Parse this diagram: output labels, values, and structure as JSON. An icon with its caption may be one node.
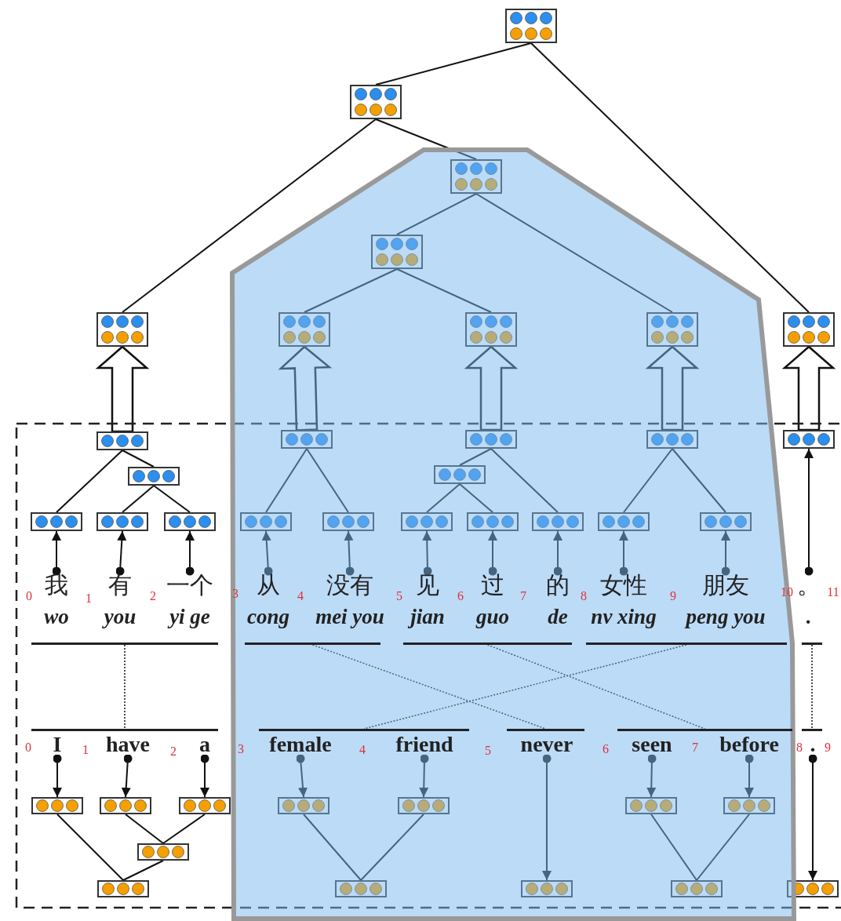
{
  "diagram": {
    "nodes": [
      {
        "text": [],
        "shape": "box"
      },
      {
        "text": [],
        "shape": "box"
      },
      {
        "text": [],
        "shape": "box"
      },
      {
        "text": [],
        "shape": "box"
      },
      {
        "text": [],
        "shape": "box"
      },
      {
        "text": [],
        "shape": "box"
      },
      {
        "text": [],
        "shape": "box"
      },
      {
        "text": [],
        "shape": "box"
      },
      {
        "text": [],
        "shape": "box"
      },
      {
        "text": [],
        "shape": "box"
      },
      {
        "text": [],
        "shape": "box"
      },
      {
        "text": [],
        "shape": "box"
      },
      {
        "text": [],
        "shape": "box"
      },
      {
        "text": [],
        "shape": "box"
      },
      {
        "text": [],
        "shape": "box"
      },
      {
        "text": [],
        "shape": "box"
      },
      {
        "text": [],
        "shape": "box"
      },
      {
        "text": [],
        "shape": "box"
      },
      {
        "text": [],
        "shape": "box"
      },
      {
        "text": [],
        "shape": "box"
      },
      {
        "text": [],
        "shape": "box"
      },
      {
        "text": [],
        "shape": "box"
      },
      {
        "text": [],
        "shape": "box"
      },
      {
        "text": [],
        "shape": "box"
      },
      {
        "text": [],
        "shape": "box"
      },
      {
        "text": [],
        "shape": "box"
      },
      {
        "text": [
          "我",
          "wo"
        ]
      },
      {
        "text": [
          "有",
          "you"
        ]
      },
      {
        "text": [
          "一个",
          "yi ge"
        ]
      },
      {
        "text": [
          "从",
          "cong"
        ]
      },
      {
        "text": [
          "没有",
          "mei you"
        ]
      },
      {
        "text": [
          "见",
          "jian"
        ]
      },
      {
        "text": [
          "过",
          "guo"
        ]
      },
      {
        "text": [
          "的",
          "de"
        ]
      },
      {
        "text": [
          "女性",
          "nv xing"
        ]
      },
      {
        "text": [
          "朋友",
          "peng you"
        ]
      },
      {
        "text": [
          "。",
          "."
        ]
      },
      {
        "text": [
          "I"
        ]
      },
      {
        "text": [
          "have"
        ]
      },
      {
        "text": [
          "a"
        ]
      },
      {
        "text": [
          "female"
        ]
      },
      {
        "text": [
          "friend"
        ]
      },
      {
        "text": [
          "never"
        ]
      },
      {
        "text": [
          "seen"
        ]
      },
      {
        "text": [
          "before"
        ]
      },
      {
        "text": [
          "."
        ]
      },
      {
        "text": [],
        "shape": "box"
      },
      {
        "text": [],
        "shape": "box"
      },
      {
        "text": [],
        "shape": "box"
      },
      {
        "text": [],
        "shape": "box"
      },
      {
        "text": [],
        "shape": "box"
      },
      {
        "text": [],
        "shape": "box"
      },
      {
        "text": [],
        "shape": "box"
      },
      {
        "text": [],
        "shape": "box"
      },
      {
        "text": [],
        "shape": "box"
      },
      {
        "text": [],
        "shape": "box"
      },
      {
        "text": [],
        "shape": "box"
      },
      {
        "text": [],
        "shape": "box"
      },
      {
        "text": [],
        "shape": "box"
      },
      {
        "text": [],
        "shape": "bar"
      },
      {
        "text": [],
        "shape": "bar"
      },
      {
        "text": [],
        "shape": "bar"
      },
      {
        "text": [],
        "shape": "bar"
      },
      {
        "text": [],
        "shape": "bar"
      },
      {
        "text": [],
        "shape": "bar"
      },
      {
        "text": [],
        "shape": "bar"
      },
      {
        "text": [],
        "shape": "bar"
      },
      {
        "text": [],
        "shape": "bar"
      },
      {
        "text": [],
        "shape": "bar"
      }
    ],
    "edges": [
      {
        "from": 0,
        "to": 1,
        "arrow": "none"
      },
      {
        "from": 0,
        "to": 8,
        "arrow": "none"
      },
      {
        "from": 1,
        "to": 4,
        "arrow": "none"
      },
      {
        "from": 1,
        "to": 2,
        "arrow": "none"
      },
      {
        "from": 2,
        "to": 3,
        "arrow": "none"
      },
      {
        "from": 2,
        "to": 7,
        "arrow": "none"
      },
      {
        "from": 3,
        "to": 5,
        "arrow": "none"
      },
      {
        "from": 3,
        "to": 6,
        "arrow": "none"
      },
      {
        "from": 9,
        "to": 4,
        "arrow": "to",
        "style": "thick"
      },
      {
        "from": 10,
        "to": 5,
        "arrow": "to",
        "style": "thick"
      },
      {
        "from": 11,
        "to": 6,
        "arrow": "to",
        "style": "thick"
      },
      {
        "from": 12,
        "to": 7,
        "arrow": "to",
        "style": "thick"
      },
      {
        "from": 13,
        "to": 8,
        "arrow": "to",
        "style": "thick"
      },
      {
        "from": 9,
        "to": 16,
        "arrow": "none"
      },
      {
        "from": 9,
        "to": 14,
        "arrow": "none"
      },
      {
        "from": 14,
        "to": 17,
        "arrow": "none"
      },
      {
        "from": 14,
        "to": 18,
        "arrow": "none"
      },
      {
        "from": 10,
        "to": 19,
        "arrow": "none"
      },
      {
        "from": 10,
        "to": 20,
        "arrow": "none"
      },
      {
        "from": 11,
        "to": 15,
        "arrow": "none"
      },
      {
        "from": 11,
        "to": 23,
        "arrow": "none"
      },
      {
        "from": 15,
        "to": 21,
        "arrow": "none"
      },
      {
        "from": 15,
        "to": 22,
        "arrow": "none"
      },
      {
        "from": 12,
        "to": 24,
        "arrow": "none"
      },
      {
        "from": 12,
        "to": 25,
        "arrow": "none"
      },
      {
        "from": 26,
        "to": 16,
        "arrow": "to"
      },
      {
        "from": 27,
        "to": 17,
        "arrow": "to"
      },
      {
        "from": 28,
        "to": 18,
        "arrow": "to"
      },
      {
        "from": 29,
        "to": 19,
        "arrow": "to"
      },
      {
        "from": 30,
        "to": 20,
        "arrow": "to"
      },
      {
        "from": 31,
        "to": 21,
        "arrow": "to"
      },
      {
        "from": 32,
        "to": 22,
        "arrow": "to"
      },
      {
        "from": 33,
        "to": 23,
        "arrow": "to"
      },
      {
        "from": 34,
        "to": 24,
        "arrow": "to"
      },
      {
        "from": 35,
        "to": 25,
        "arrow": "to"
      },
      {
        "from": 36,
        "to": 13,
        "arrow": "to"
      },
      {
        "from": 37,
        "to": 46,
        "arrow": "to"
      },
      {
        "from": 38,
        "to": 47,
        "arrow": "to"
      },
      {
        "from": 39,
        "to": 48,
        "arrow": "to"
      },
      {
        "from": 40,
        "to": 49,
        "arrow": "to"
      },
      {
        "from": 41,
        "to": 50,
        "arrow": "to"
      },
      {
        "from": 42,
        "to": 56,
        "arrow": "to"
      },
      {
        "from": 43,
        "to": 51,
        "arrow": "to"
      },
      {
        "from": 44,
        "to": 52,
        "arrow": "to"
      },
      {
        "from": 45,
        "to": 58,
        "arrow": "to"
      },
      {
        "from": 54,
        "to": 46,
        "arrow": "none"
      },
      {
        "from": 54,
        "to": 53,
        "arrow": "none"
      },
      {
        "from": 53,
        "to": 47,
        "arrow": "none"
      },
      {
        "from": 53,
        "to": 48,
        "arrow": "none"
      },
      {
        "from": 55,
        "to": 49,
        "arrow": "none"
      },
      {
        "from": 55,
        "to": 50,
        "arrow": "none"
      },
      {
        "from": 57,
        "to": 51,
        "arrow": "none"
      },
      {
        "from": 57,
        "to": 52,
        "arrow": "none"
      },
      {
        "from": 59,
        "to": 64,
        "arrow": "none",
        "style": "dashed"
      },
      {
        "from": 60,
        "to": 66,
        "arrow": "none",
        "style": "dashed"
      },
      {
        "from": 61,
        "to": 67,
        "arrow": "none",
        "style": "dashed"
      },
      {
        "from": 62,
        "to": 65,
        "arrow": "none",
        "style": "dashed"
      },
      {
        "from": 63,
        "to": 68,
        "arrow": "none",
        "style": "dashed"
      }
    ],
    "labels": [
      "0",
      "1",
      "2",
      "3",
      "4",
      "5",
      "6",
      "7",
      "8",
      "9",
      "10",
      "11",
      "0",
      "1",
      "2",
      "3",
      "4",
      "5",
      "6",
      "7",
      "8",
      "9"
    ]
  }
}
